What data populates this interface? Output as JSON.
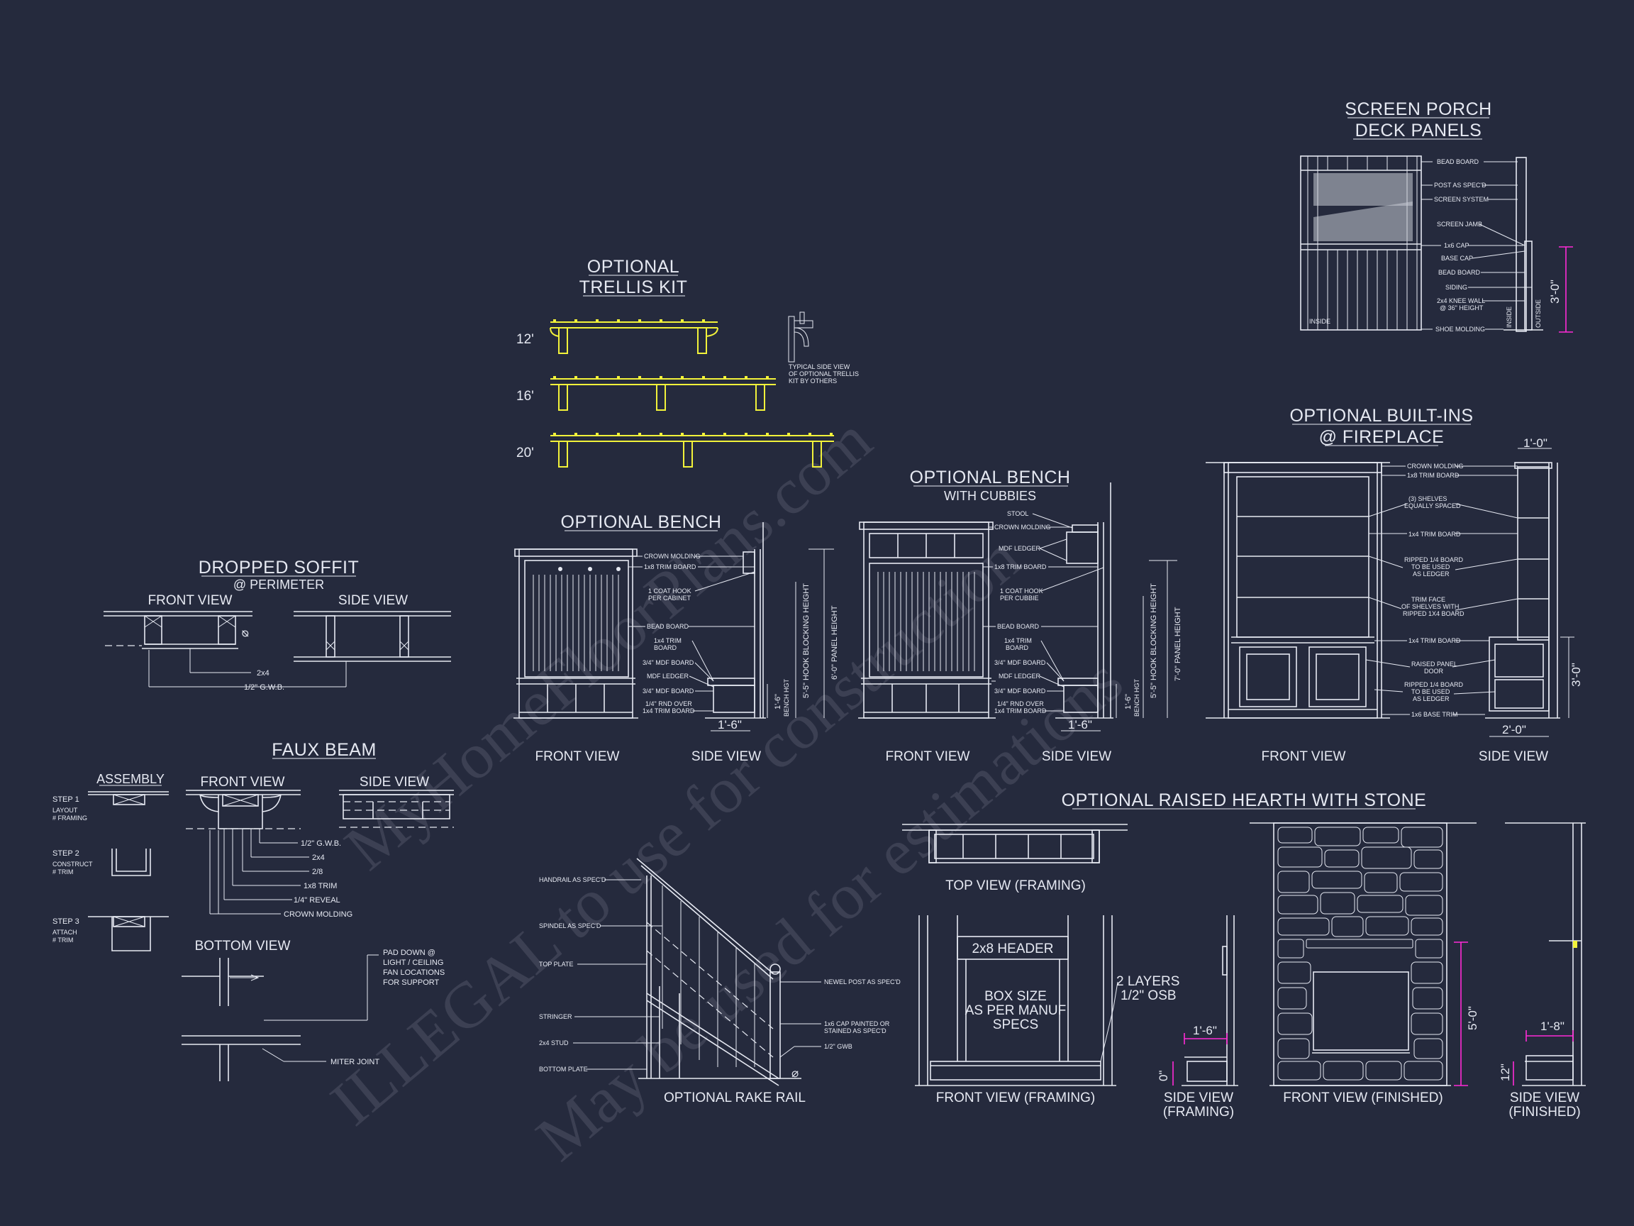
{
  "watermark": {
    "line1": "MyHomeFloorPlans.com",
    "line2": "ILLEGAL to use for construction",
    "line3": "May be used for estimations"
  },
  "screen_porch": {
    "title1": "SCREEN PORCH",
    "title2": "DECK PANELS",
    "callouts": [
      "BEAD BOARD",
      "POST AS SPEC'D",
      "SCREEN SYSTEM",
      "SCREEN JAMB",
      "1x6 CAP",
      "BASE CAP",
      "BEAD BOARD",
      "SIDING",
      "2x4 KNEE WALL",
      "@ 36\" HEIGHT",
      "SHOE MOLDING"
    ],
    "inside": "INSIDE",
    "inside2": "INSIDE",
    "outside": "OUTSIDE",
    "dim": "3'-0\""
  },
  "trellis": {
    "title1": "OPTIONAL",
    "title2": "TRELLIS KIT",
    "sizes": [
      "12'",
      "16'",
      "20'"
    ],
    "note": [
      "TYPICAL SIDE VIEW",
      "OF OPTIONAL TRELLIS",
      "KIT BY OTHERS"
    ]
  },
  "builtins": {
    "title1": "OPTIONAL BUILT-INS",
    "title2": "@ FIREPLACE",
    "callouts": [
      "CROWN MOLDING",
      "1x8 TRIM BOARD",
      "(3) SHELVES",
      "EQUALLY SPACED",
      "1x4 TRIM BOARD",
      "RIPPED 1/4 BOARD",
      "TO BE USED",
      "AS LEDGER",
      "TRIM FACE",
      "OF SHELVES WITH",
      "RIPPED 1X4 BOARD",
      "1x4 TRIM BOARD",
      "RAISED PANEL",
      "DOOR",
      "RIPPED 1/4 BOARD",
      "TO BE USED",
      "AS LEDGER",
      "1x6 BASE TRIM"
    ],
    "dim_top": "1'-0\"",
    "dim_side": "3'-0\"",
    "dim_bottom": "2'-0\"",
    "front": "FRONT VIEW",
    "side": "SIDE VIEW"
  },
  "bench_cubbies": {
    "title1": "OPTIONAL BENCH",
    "title2": "WITH CUBBIES",
    "callouts": [
      "STOOL",
      "CROWN MOLDING",
      "MDF LEDGER",
      "1x8 TRIM BOARD",
      "1 COAT HOOK",
      "PER CUBBIE",
      "BEAD BOARD",
      "1x4 TRIM",
      "BOARD",
      "3/4\" MDF BOARD",
      "MDF LEDGER",
      "3/4\" MDF BOARD",
      "1/4\" RND OVER",
      "1x4 TRIM BOARD"
    ],
    "dim_panel": "7'-0\" PANEL HEIGHT",
    "dim_hook": "5'-5\" HOOK BLOCKING HEIGHT",
    "dim_bench": "1'-6\"",
    "dim_bench_lbl": "BENCH HGT",
    "dim_depth": "1'-6\"",
    "front": "FRONT VIEW",
    "side": "SIDE VIEW"
  },
  "bench": {
    "title": "OPTIONAL BENCH",
    "callouts": [
      "CROWN MOLDING",
      "1x8 TRIM BOARD",
      "1 COAT HOOK",
      "PER CABINET",
      "BEAD BOARD",
      "1x4 TRIM",
      "BOARD",
      "3/4\" MDF BOARD",
      "MDF LEDGER",
      "3/4\" MDF BOARD",
      "1/4\" RND OVER",
      "1x4 TRIM BOARD"
    ],
    "dim_panel": "6'-0\" PANEL HEIGHT",
    "dim_hook": "5'-5\" HOOK BLOCKING HEIGHT",
    "dim_bench": "1'-6\"",
    "dim_bench_lbl": "BENCH HGT",
    "dim_depth": "1'-6\"",
    "front": "FRONT VIEW",
    "side": "SIDE VIEW"
  },
  "soffit": {
    "title": "DROPPED SOFFIT",
    "sub": "@ PERIMETER",
    "front": "FRONT VIEW",
    "side": "SIDE VIEW",
    "labels": [
      "2x4",
      "1/2\" G.W.B."
    ]
  },
  "faux_beam": {
    "title": "FAUX BEAM",
    "assembly": "ASSEMBLY",
    "front": "FRONT VIEW",
    "side": "SIDE VIEW",
    "steps": [
      [
        "STEP 1",
        "LAYOUT",
        "# FRAMING"
      ],
      [
        "STEP 2",
        "CONSTRUCT",
        "# TRIM"
      ],
      [
        "STEP 3",
        "ATTACH",
        "# TRIM"
      ]
    ],
    "labels": [
      "1/2\" G.W.B.",
      "2x4",
      "2/8",
      "1x8 TRIM",
      "1/4\" REVEAL",
      "CROWN MOLDING"
    ],
    "bottom": "BOTTOM VIEW",
    "pad_note": [
      "PAD DOWN @",
      "LIGHT / CEILING",
      "FAN LOCATIONS",
      "FOR SUPPORT"
    ],
    "miter": "MITER JOINT"
  },
  "rake_rail": {
    "title": "OPTIONAL RAKE RAIL",
    "left": [
      "HANDRAIL AS SPEC'D",
      "SPINDEL AS SPEC'D",
      "TOP PLATE",
      "STRINGER",
      "2x4 STUD",
      "BOTTOM PLATE"
    ],
    "right": [
      "NEWEL POST AS SPEC'D",
      "1x6 CAP PAINTED OR",
      "STAINED AS SPEC'D",
      "1/2\" GWB"
    ]
  },
  "hearth": {
    "title": "OPTIONAL RAISED HEARTH WITH STONE",
    "top_view": "TOP VIEW (FRAMING)",
    "header": "2x8 HEADER",
    "box": [
      "BOX SIZE",
      "AS PER MANUF",
      "SPECS"
    ],
    "layers": [
      "2 LAYERS",
      "1/2\" OSB"
    ],
    "dim_depth": "1'-6\"",
    "dim_height": "0\"",
    "front_framing": "FRONT VIEW (FRAMING)",
    "side_framing": [
      "SIDE VIEW",
      "(FRAMING)"
    ],
    "front_finished": "FRONT VIEW (FINISHED)",
    "side_finished": [
      "SIDE VIEW",
      "(FINISHED)"
    ],
    "dim_stone": "5'-0\"",
    "dim_side": "1'-8\"",
    "dim_hearth": "12\""
  }
}
